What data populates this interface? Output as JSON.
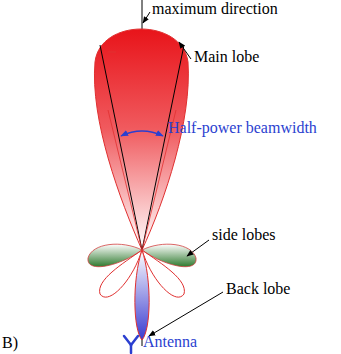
{
  "diagram": {
    "labels": [
      "maximum direction",
      "Main lobe",
      "Half-power beamwidth",
      "side lobes",
      "Back lobe",
      "Antenna",
      "B)"
    ]
  }
}
